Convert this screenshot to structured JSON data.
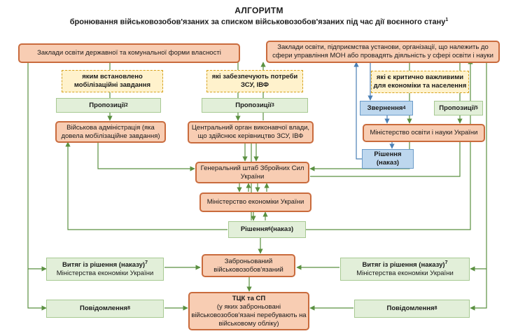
{
  "title": "АЛГОРИТМ",
  "subtitle": "бронювання військовозобов'язаних за списком військовозобов'язаних під час дії воєнного стану",
  "subtitle_note": "1",
  "boxes": {
    "edu_state": "Заклади освіти державної та комунальної форми власності",
    "edu_other": "Заклади освіти, підприємства установи, організації, що належить до сфери управління МОН або провадять діяльність у сфері освіти і науки",
    "cond_mobilization": "яким встановлено мобілізаційні завдання",
    "cond_zsu": "які забезпечують потреби ЗСУ, ІВФ",
    "cond_critical": "які є критично важливими для економіки та населення",
    "proposals_2": "Пропозиції",
    "proposals_2_note": "2",
    "proposals_3": "Пропозиції",
    "proposals_3_note": "3",
    "appeal_4": "Звернення",
    "appeal_4_note": "4",
    "proposals_5": "Пропозиції",
    "proposals_5_note": "5",
    "military_admin": "Військова адміністрація (яка довела мобілізаційне завдання)",
    "central_body": "Центральний орган виконавчої влади, що здійснює керівництво ЗСУ, ІВФ",
    "ministry_edu": "Міністерство освіти і науки України",
    "decision_order_blue": "Рішення (наказ)",
    "general_staff": "Генеральний штаб Збройних Сил України",
    "ministry_econ": "Міністерство економіки України",
    "decision_6": "Рішення",
    "decision_6_note": "6",
    "decision_6_tail": " (наказ)",
    "reserved": "Заброньований військовозобов'язаний",
    "extract_left_title": "Витяг із рішення (наказу)",
    "extract_left_note": "7",
    "extract_left_sub": "Міністерства економіки України",
    "extract_right_title": "Витяг із рішення (наказу)",
    "extract_right_note": "7",
    "extract_right_sub": "Міністерства економіки України",
    "notice_left": "Повідомлення",
    "notice_left_note": "8",
    "notice_right": "Повідомлення",
    "notice_right_note": "8",
    "tck_title": "ТЦК та СП",
    "tck_body": "(у яких заброньовані військовозобов'язані перебувають на військовому обліку)"
  },
  "colors": {
    "orange_fill": "#f8cdb3",
    "orange_border": "#c96b3d",
    "green_fill": "#e2efd9",
    "yellow_fill": "#fff2cc",
    "blue_fill": "#bdd7ee",
    "connector": "#5a9040"
  }
}
